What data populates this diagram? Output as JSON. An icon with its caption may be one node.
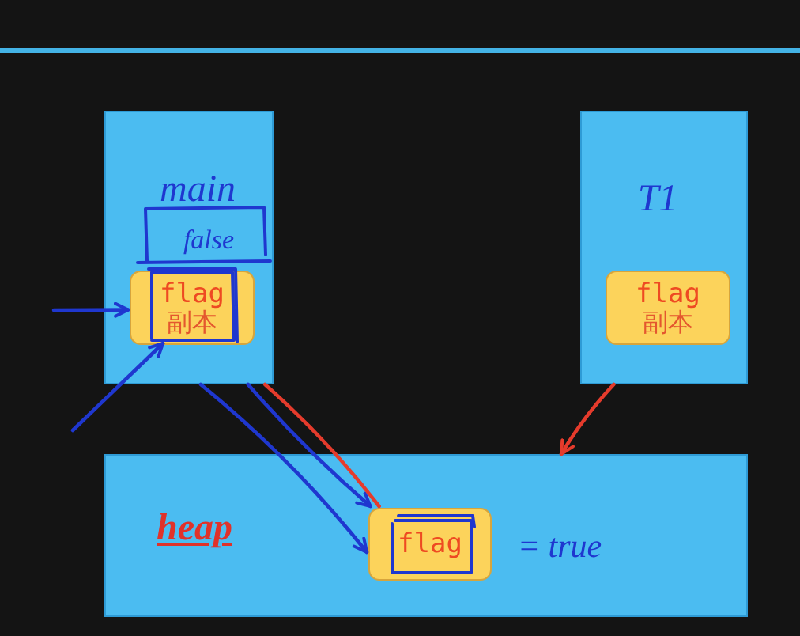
{
  "diagram": {
    "nodes": [
      {
        "text": [
          "main"
        ]
      },
      {
        "text": [
          "flag",
          "副本"
        ],
        "in": 0,
        "beside": [
          "false"
        ]
      },
      {
        "text": [
          "T1"
        ]
      },
      {
        "text": [
          "flag",
          "副本"
        ],
        "in": 2
      },
      {
        "text": [
          "heap"
        ]
      },
      {
        "text": [
          "flag"
        ],
        "in": 4,
        "beside": [
          "= true"
        ]
      }
    ],
    "edges": [
      {
        "from": null,
        "to": 1,
        "arrow": "to"
      },
      {
        "from": null,
        "to": 1,
        "arrow": "to"
      },
      {
        "from": 0,
        "to": 5,
        "arrow": "to"
      },
      {
        "from": 0,
        "to": 5,
        "arrow": "to"
      },
      {
        "from": 0,
        "to": 5,
        "arrow": "none",
        "color": "#e53b2c"
      },
      {
        "from": 2,
        "to": 4,
        "arrow": "to",
        "color": "#e53b2c"
      }
    ]
  }
}
